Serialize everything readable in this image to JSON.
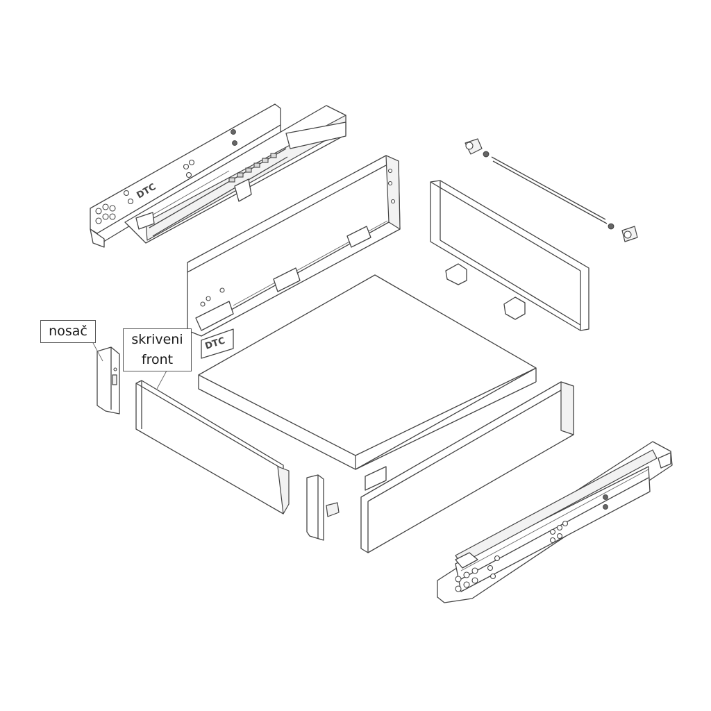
{
  "labels": {
    "nosac": "nosač",
    "front_line1": "skriveni",
    "front_line2": "front"
  },
  "logo": {
    "brand": "DTC"
  },
  "colors": {
    "line": "#444444",
    "background": "#ffffff",
    "label_border": "#555555"
  }
}
